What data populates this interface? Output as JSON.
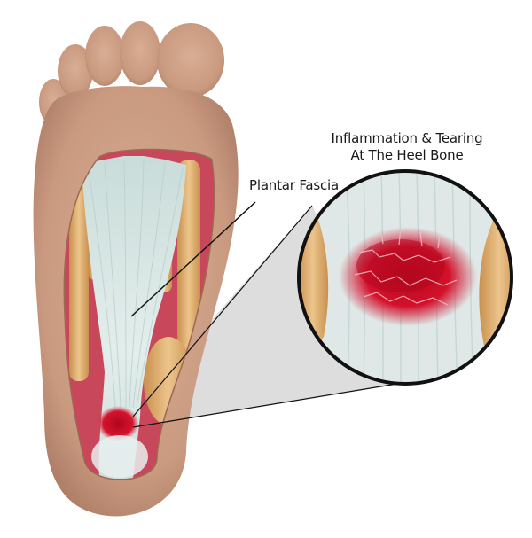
{
  "labels": {
    "plantar_fascia": "Plantar Fascia",
    "inflammation_line1": "Inflammation & Tearing",
    "inflammation_line2": "At The Heel Bone"
  },
  "colors": {
    "skin": "#c99a80",
    "skin_dark": "#a77660",
    "fascia": "#dbe9e7",
    "bone": "#e2b678",
    "muscle": "#c9475a",
    "inflammation": "#d4112b",
    "line": "#111111",
    "zoom_cone": "#d9d9d9"
  }
}
